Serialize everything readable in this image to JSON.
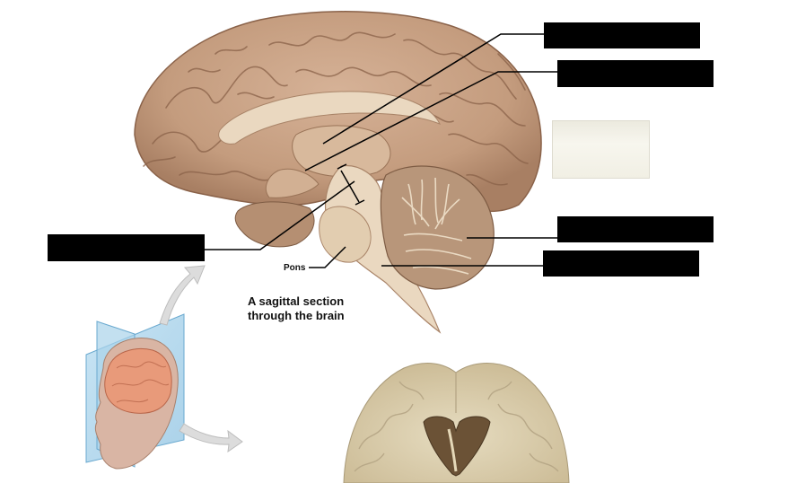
{
  "figure": {
    "caption_line1": "A sagittal section",
    "caption_line2": "through the brain",
    "pons_label": "Pons"
  },
  "colors": {
    "brain_tissue": "#c9a487",
    "brain_shadow": "#8a6249",
    "section_cut": "#ead8c0",
    "cerebellum": "#b8967a",
    "coronal_tissue": "#dccfb0",
    "plane_blue": "#a9d3ea",
    "head_skin": "#d9b5a4",
    "brain_pink": "#e89a7a",
    "arrow_gray": "#dcdcdc",
    "label_box": "#000000",
    "leader_line": "#000000"
  },
  "hidden_labels": [
    {
      "id": "corpus-callosum"
    },
    {
      "id": "thalamus"
    },
    {
      "id": "midbrain"
    },
    {
      "id": "cerebellum"
    },
    {
      "id": "medulla-oblongata"
    }
  ]
}
